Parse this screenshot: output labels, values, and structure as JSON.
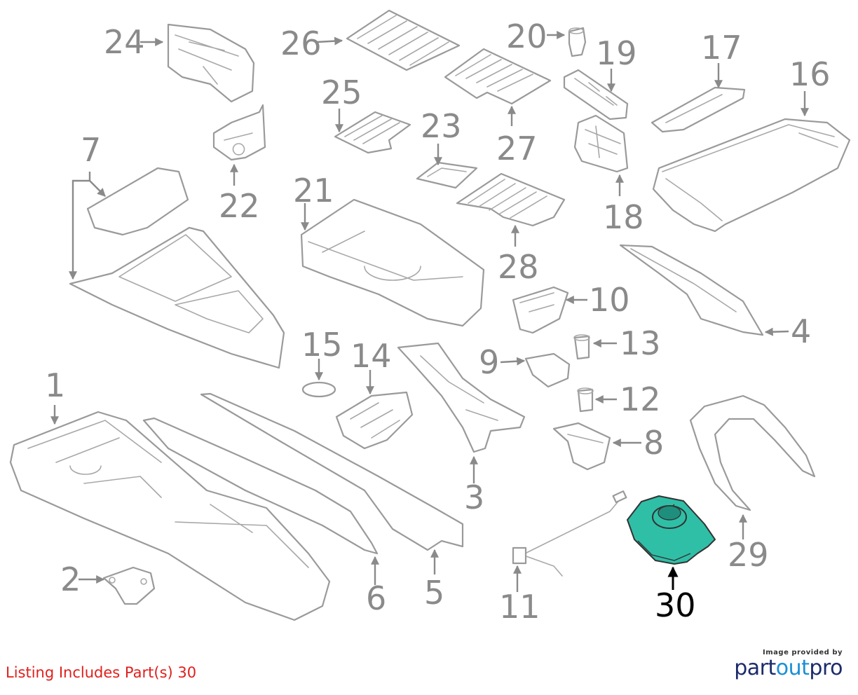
{
  "listing_note": "Listing Includes Part(s) 30",
  "highlight_color": "#2fbfa7",
  "callout_color": "#8a8a8a",
  "note_color": "#e0201c",
  "brand": {
    "caption": "Image provided by",
    "logo_part": "part",
    "logo_out": "out",
    "logo_pro": "pro"
  },
  "callouts": {
    "c1": "1",
    "c2": "2",
    "c3": "3",
    "c4": "4",
    "c5": "5",
    "c6": "6",
    "c7": "7",
    "c8": "8",
    "c9": "9",
    "c10": "10",
    "c11": "11",
    "c12": "12",
    "c13": "13",
    "c14": "14",
    "c15": "15",
    "c16": "16",
    "c17": "17",
    "c18": "18",
    "c19": "19",
    "c20": "20",
    "c21": "21",
    "c22": "22",
    "c23": "23",
    "c24": "24",
    "c25": "25",
    "c26": "26",
    "c27": "27",
    "c28": "28",
    "c29": "29",
    "c30": "30"
  }
}
